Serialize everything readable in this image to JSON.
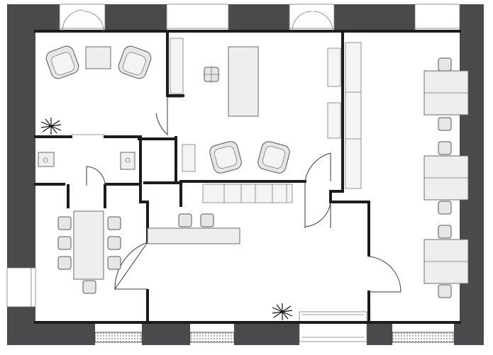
{
  "floor_plan": {
    "rooms": [
      {
        "id": "lounge"
      },
      {
        "id": "kitchen"
      },
      {
        "id": "meeting-room"
      },
      {
        "id": "workspace"
      },
      {
        "id": "office"
      },
      {
        "id": "reception"
      }
    ]
  },
  "colors": {
    "wall": "#1c1c1c",
    "pillar": "#4a4a4c",
    "furniture_fill": "#eeeeee",
    "line": "#6b6b6b",
    "background": "#ffffff"
  }
}
